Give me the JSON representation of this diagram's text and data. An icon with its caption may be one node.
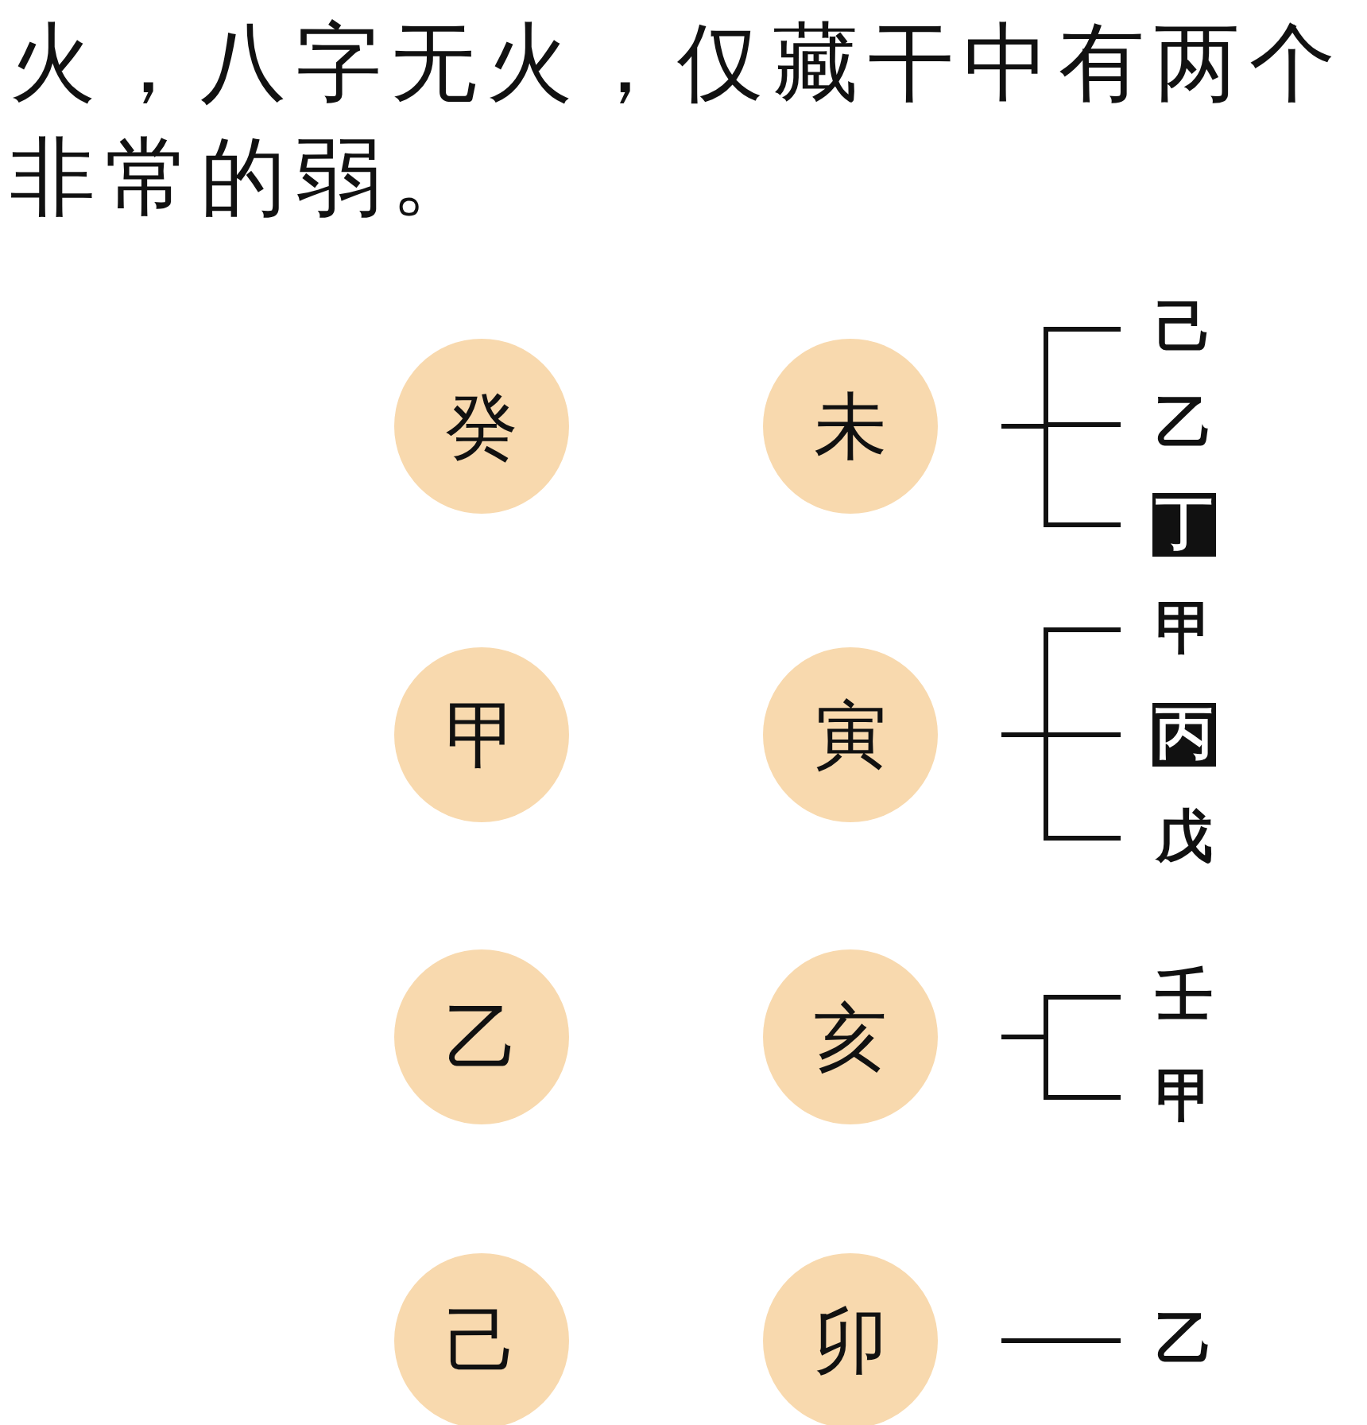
{
  "diagram": {
    "nodes": [
      {
        "text": [
          "癸"
        ]
      },
      {
        "text": [
          "未"
        ]
      },
      {
        "text": [
          "甲"
        ]
      },
      {
        "text": [
          "寅"
        ]
      },
      {
        "text": [
          "乙"
        ]
      },
      {
        "text": [
          "亥"
        ]
      },
      {
        "text": [
          "己"
        ]
      },
      {
        "text": [
          "卯"
        ]
      },
      {
        "text": [
          "己"
        ]
      },
      {
        "text": [
          "乙"
        ]
      },
      {
        "text": [
          "丁"
        ]
      },
      {
        "text": [
          "甲"
        ]
      },
      {
        "text": [
          "丙"
        ]
      },
      {
        "text": [
          "戊"
        ]
      },
      {
        "text": [
          "壬"
        ]
      },
      {
        "text": [
          "甲"
        ]
      },
      {
        "text": [
          "乙"
        ]
      }
    ],
    "edges": [
      {
        "from": 1,
        "to": 8,
        "arrow": "none"
      },
      {
        "from": 1,
        "to": 9,
        "arrow": "none"
      },
      {
        "from": 1,
        "to": 10,
        "arrow": "none"
      },
      {
        "from": 3,
        "to": 11,
        "arrow": "none"
      },
      {
        "from": 3,
        "to": 12,
        "arrow": "none"
      },
      {
        "from": 3,
        "to": 13,
        "arrow": "none"
      },
      {
        "from": 5,
        "to": 14,
        "arrow": "none"
      },
      {
        "from": 5,
        "to": 15,
        "arrow": "none"
      },
      {
        "from": 7,
        "to": 16,
        "arrow": "none"
      }
    ],
    "labels": [
      "火，八字无火，仅藏干中有两个非常的弱。"
    ]
  }
}
